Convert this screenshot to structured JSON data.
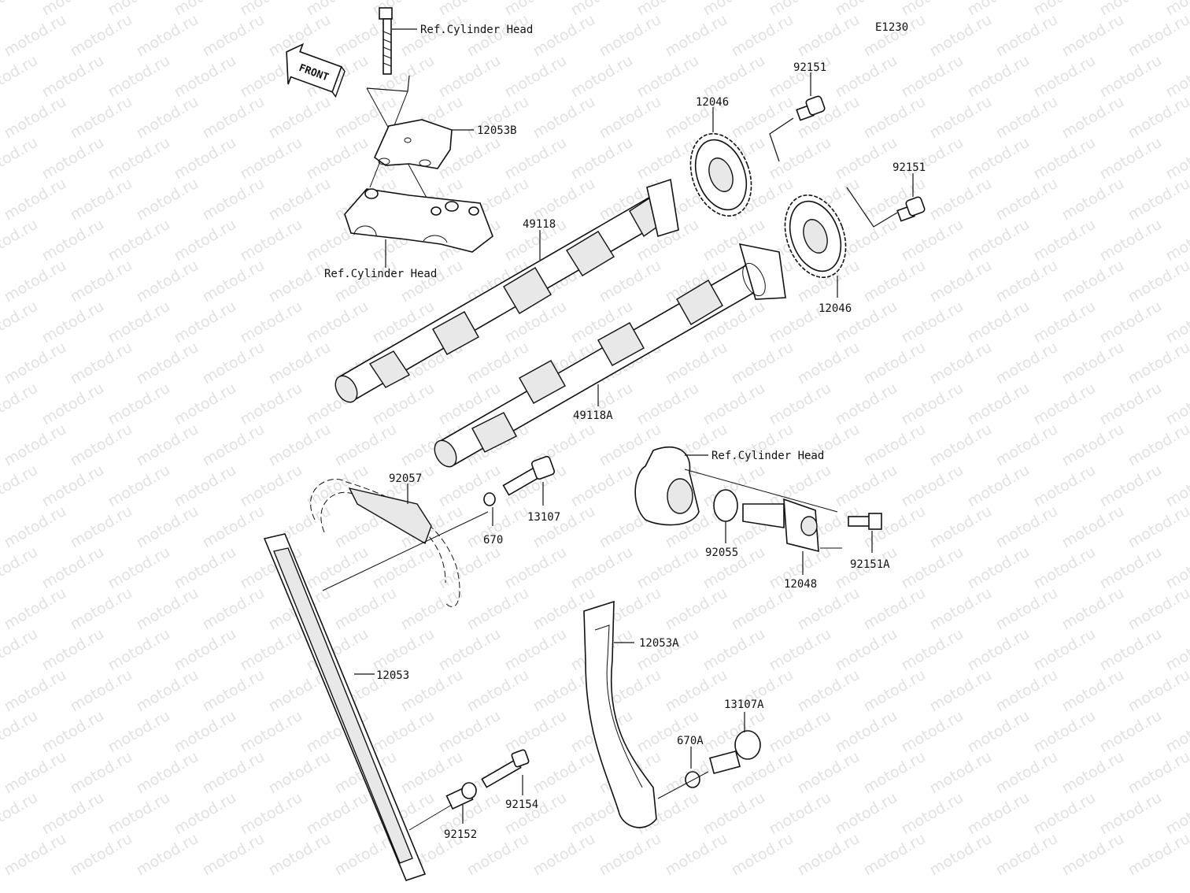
{
  "diagram_code": "E1230",
  "front_label": "FRONT",
  "watermark": "motod.ru",
  "refs": {
    "cylinder_head_top": "Ref.Cylinder Head",
    "cylinder_head_left": "Ref.Cylinder Head",
    "cylinder_head_right": "Ref.Cylinder Head"
  },
  "parts": {
    "p12053B": "12053B",
    "p92151_a": "92151",
    "p92151_b": "92151",
    "p12046_a": "12046",
    "p12046_b": "12046",
    "p49118": "49118",
    "p49118A": "49118A",
    "p92057": "92057",
    "p13107": "13107",
    "p670": "670",
    "p92055": "92055",
    "p12048": "12048",
    "p92151A": "92151A",
    "p12053": "12053",
    "p12053A": "12053A",
    "p13107A": "13107A",
    "p670A": "670A",
    "p92154": "92154",
    "p92152": "92152"
  }
}
